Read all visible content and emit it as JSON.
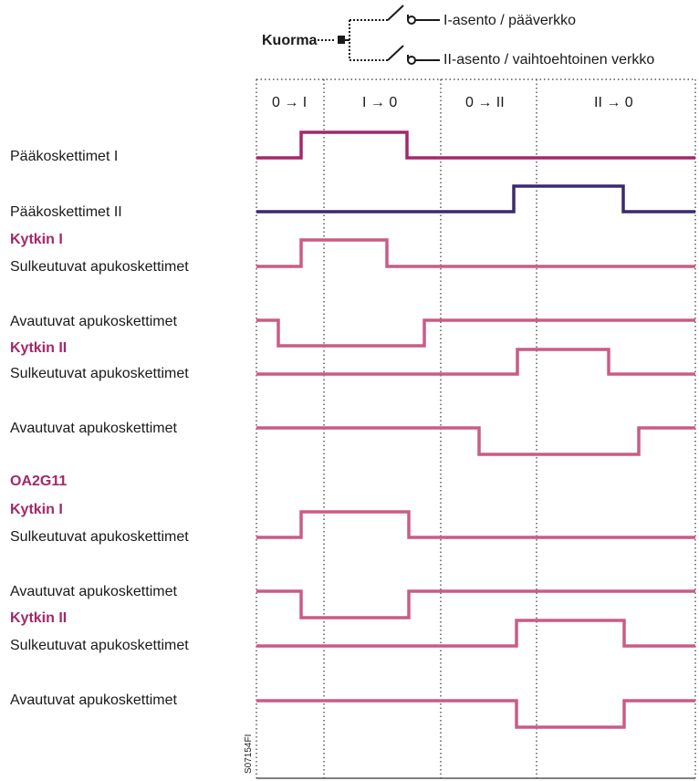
{
  "schematic": {
    "load_label": "Kuorma",
    "position_1_label": "I-asento / pääverkko",
    "position_2_label": "II-asento / vaihtoehtoinen verkko"
  },
  "phases": [
    "0 → I",
    "I → 0",
    "0 → II",
    "II → 0"
  ],
  "headers": {
    "oa2g11": "OA2G11",
    "switch_1_a": "Kytkin I",
    "switch_2_a": "Kytkin II",
    "switch_1_b": "Kytkin I",
    "switch_2_b": "Kytkin II"
  },
  "rows": [
    {
      "label": "Pääkoskettimet I",
      "color": "#a3286a"
    },
    {
      "label": "Pääkoskettimet II",
      "color": "#3b2a6e"
    },
    {
      "label": "Sulkeutuvat apukoskettimet",
      "color": "#c95c86"
    },
    {
      "label": "Avautuvat apukoskettimet",
      "color": "#c95c86"
    },
    {
      "label": "Sulkeutuvat apukoskettimet",
      "color": "#c95c86"
    },
    {
      "label": "Avautuvat apukoskettimet",
      "color": "#c95c86"
    },
    {
      "label": "Sulkeutuvat apukoskettimet",
      "color": "#c95c86"
    },
    {
      "label": "Avautuvat apukoskettimet",
      "color": "#c95c86"
    },
    {
      "label": "Sulkeutuvat apukoskettimet",
      "color": "#c95c86"
    },
    {
      "label": "Avautuvat apukoskettimet",
      "color": "#c95c86"
    }
  ],
  "figure_code": "S07154FI"
}
